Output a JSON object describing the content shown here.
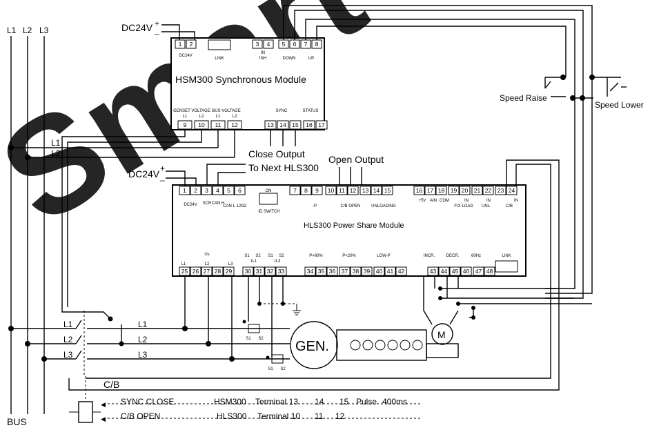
{
  "watermark": {
    "text": "Smart",
    "color": "#e8232a"
  },
  "bus": {
    "lines": [
      "L1",
      "L2",
      "L3"
    ],
    "label": "BUS"
  },
  "hsm": {
    "title": "HSM300 Synchronous Module",
    "power": "DC24V",
    "plus": "+",
    "minus": "_",
    "top_terms": [
      "1",
      "2",
      "3",
      "4",
      "5",
      "6",
      "7",
      "8"
    ],
    "top_labels": {
      "dc24v": "DC24V",
      "link": "LINK",
      "inh": "INH",
      "in": "IN",
      "down": "DOWN",
      "up": "UP"
    },
    "bottom_terms": [
      "9",
      "10",
      "11",
      "12",
      "13",
      "14",
      "15",
      "16",
      "17"
    ],
    "bottom_labels": {
      "genset": "GENSET VOLTAGE",
      "bus": "BUS VOLTAGE",
      "sync": "SYNC",
      "status": "STATUS",
      "l1": "L1",
      "l2": "L2"
    }
  },
  "hls": {
    "title": "HLS300 Power Share Module",
    "power": "DC24V",
    "plus": "+",
    "minus": "_",
    "top_terms": [
      "1",
      "2",
      "3",
      "4",
      "5",
      "6",
      "7",
      "8",
      "9",
      "10",
      "11",
      "12",
      "13",
      "14",
      "15",
      "16",
      "17",
      "18",
      "19",
      "20",
      "21",
      "22",
      "23",
      "24"
    ],
    "top_labels": {
      "dc24v": "DC24V",
      "scr": "SCR",
      "canh": "CAN H",
      "canl": "CAN L",
      "ohm": "120Ω",
      "idswitch": "ID SWITCH",
      "on": "ON",
      "p": "-P",
      "cbopen": "C/B OPEN",
      "unloading": "UNLOADING",
      "v5": "+5V",
      "ain": "AIN",
      "com": "COM",
      "in": "IN",
      "fixload": "FIX LOAD",
      "unl": "UNL",
      "cb": "C/B"
    },
    "bottom_terms": [
      "25",
      "26",
      "27",
      "28",
      "29",
      "30",
      "31",
      "32",
      "33",
      "34",
      "35",
      "36",
      "37",
      "38",
      "39",
      "40",
      "41",
      "42",
      "43",
      "44",
      "45",
      "46",
      "47",
      "48"
    ],
    "bottom_labels": {
      "us": "Us",
      "l1": "L1",
      "l2": "L2",
      "l3": "L3",
      "s1": "S1",
      "s2": "S2",
      "il1": "IL1",
      "il3": "IL3",
      "p80": "P>80%",
      "p20": "P<20%",
      "lowp": "LOW-P",
      "incr": "INCR.",
      "decr": "DECR.",
      "hz": "60Hz",
      "link": "LINK"
    }
  },
  "annotations": {
    "close_output": "Close Output",
    "to_next": "To Next HLS300",
    "open_output": "Open Output",
    "speed_raise": "Speed Raise",
    "speed_lower": "Speed Lower",
    "gen": "GEN.",
    "motor": "M",
    "cb": "C/B",
    "ct_s1": "S1",
    "ct_s2": "S2"
  },
  "legend": {
    "rows": [
      {
        "signal": "SYNC CLOSE",
        "module": "HSM300",
        "terminal": "Terminal 13",
        "t1": "14",
        "t2": "15",
        "pulse": "Pulse",
        "duration": "400ms"
      },
      {
        "signal": "C/B OPEN",
        "module": "HLS300",
        "terminal": "Terminal 10",
        "t1": "11",
        "t2": "12",
        "pulse": "",
        "duration": ""
      }
    ]
  }
}
